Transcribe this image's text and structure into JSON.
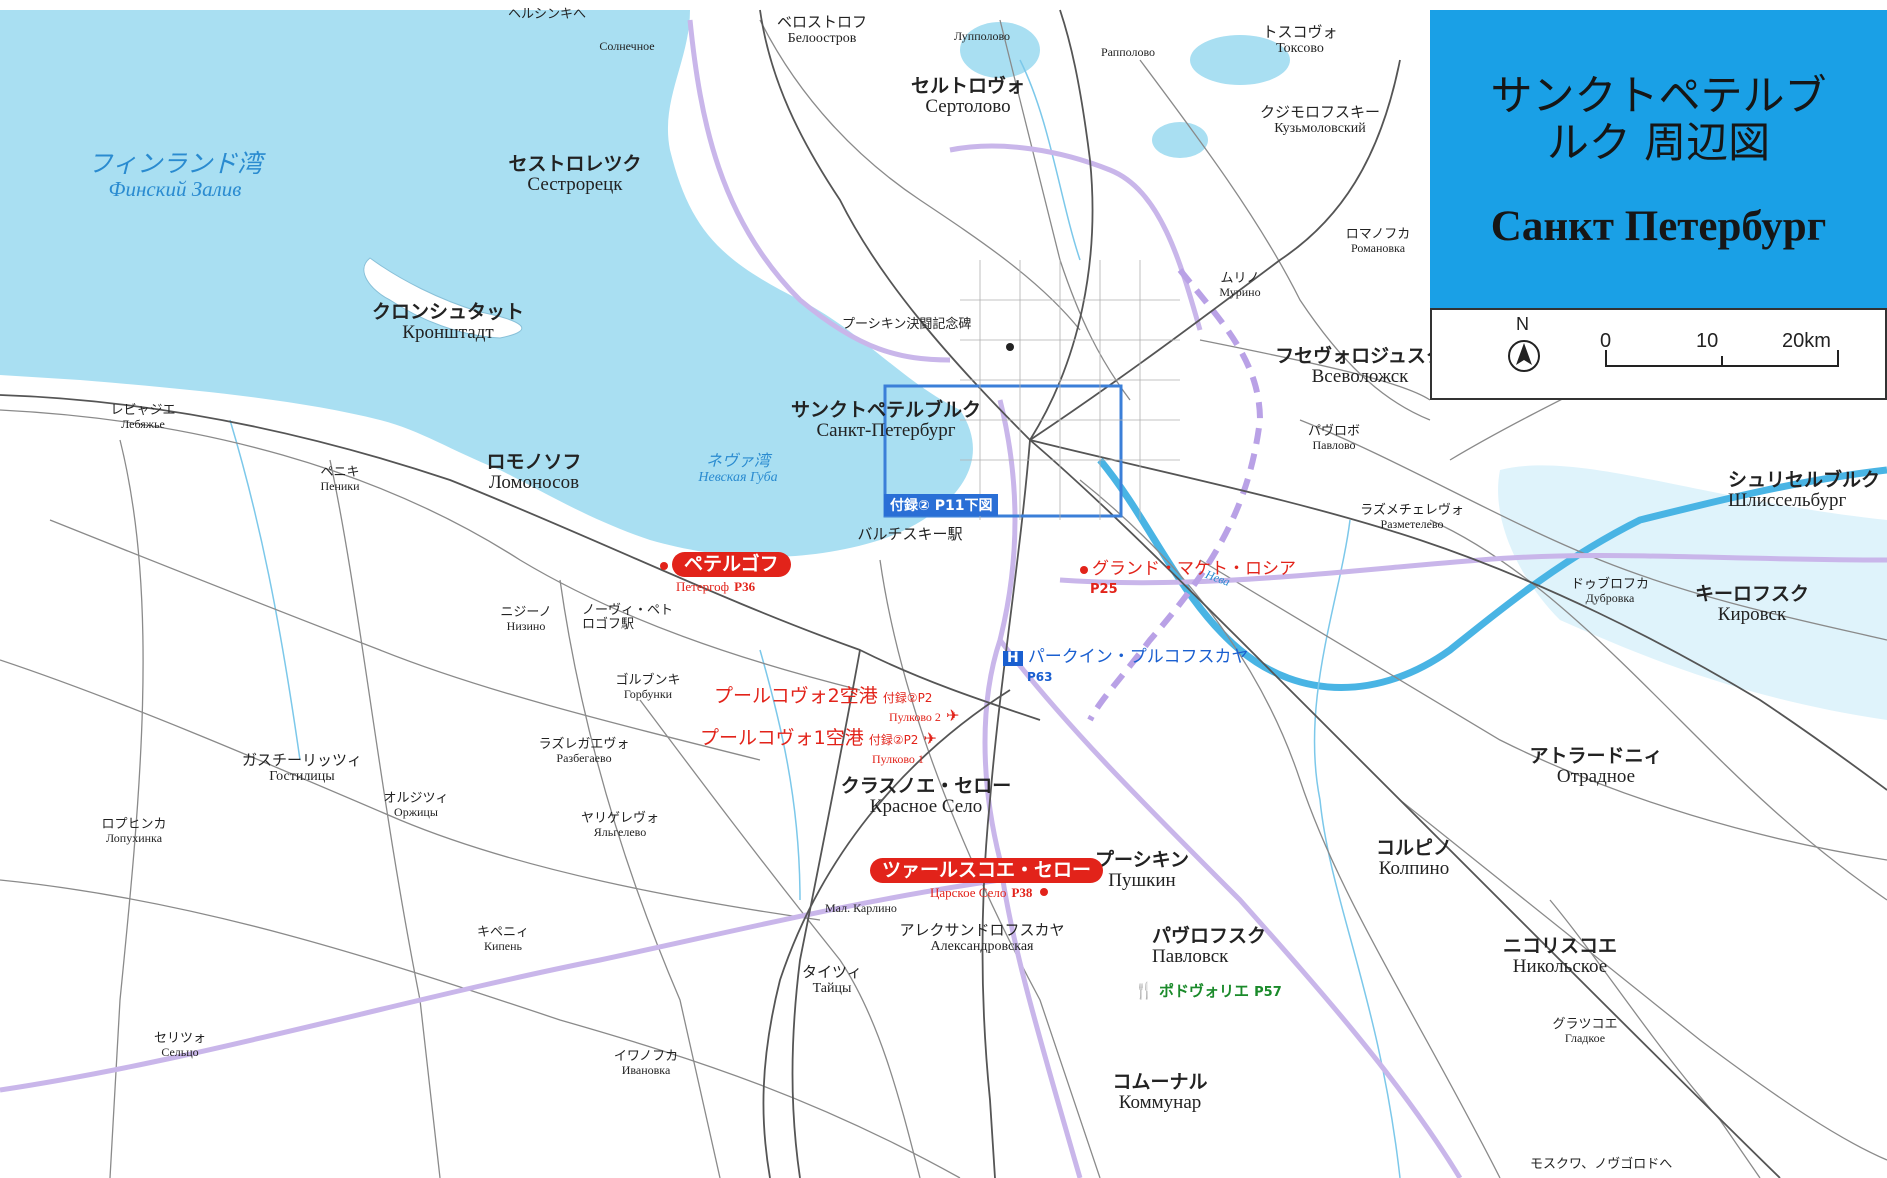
{
  "title": {
    "jp": "サンクトペテルブルク 周辺図",
    "ru": "Санкт Петербург"
  },
  "scale": {
    "north": "N",
    "ticks": [
      "0",
      "10",
      "20km"
    ]
  },
  "water": {
    "gulf_jp": "フィンランド湾",
    "gulf_ru": "Финский Залив",
    "neva_bay_jp": "ネヴァ湾",
    "neva_bay_ru": "Невская Губа",
    "river_ru": "Нева"
  },
  "places": [
    {
      "jp": "ヘルシンキへ",
      "ru": ""
    },
    {
      "jp": "",
      "ru": "Солнечное"
    },
    {
      "jp": "ベロストロフ",
      "ru": "Белоостров"
    },
    {
      "jp": "",
      "ru": "Лупполово"
    },
    {
      "jp": "",
      "ru": "Рапполово"
    },
    {
      "jp": "トスコヴォ",
      "ru": "Токсово"
    },
    {
      "jp": "セルトロヴォ",
      "ru": "Сертолово"
    },
    {
      "jp": "クジモロフスキー",
      "ru": "Кузьмоловский"
    },
    {
      "jp": "セストロレツク",
      "ru": "Сестрорецк"
    },
    {
      "jp": "ロマノフカ",
      "ru": "Романовка"
    },
    {
      "jp": "ムリノ",
      "ru": "Мурино"
    },
    {
      "jp": "クロンシュタット",
      "ru": "Кронштадт"
    },
    {
      "jp": "プーシキン決闘記念碑",
      "ru": ""
    },
    {
      "jp": "フセヴォロジュスク",
      "ru": "Всеволожск"
    },
    {
      "jp": "レビャジエ",
      "ru": "Лебяжье"
    },
    {
      "jp": "サンクトペテルブルク",
      "ru": "Санкт-Петербург"
    },
    {
      "jp": "パヴロボ",
      "ru": "Павлово"
    },
    {
      "jp": "ペニキ",
      "ru": "Пеники"
    },
    {
      "jp": "ロモノソフ",
      "ru": "Ломоносов"
    },
    {
      "jp": "シュリセルブルク",
      "ru": "Шлиссельбург"
    },
    {
      "jp": "ラズメチェレヴォ",
      "ru": "Разметелево"
    },
    {
      "jp": "バルチスキー駅",
      "ru": ""
    },
    {
      "jp": "ニジーノ",
      "ru": "Низино"
    },
    {
      "jp": "ノーヴィ・ペトロゴフ駅",
      "ru": ""
    },
    {
      "jp": "ドゥブロフカ",
      "ru": "Дубровка"
    },
    {
      "jp": "キーロフスク",
      "ru": "Кировск"
    },
    {
      "jp": "ゴルブンキ",
      "ru": "Горбунки"
    },
    {
      "jp": "ラズレガエヴォ",
      "ru": "Разбегаево"
    },
    {
      "jp": "ガスチーリッツィ",
      "ru": "Гостилицы"
    },
    {
      "jp": "アトラードニィ",
      "ru": "Отрадное"
    },
    {
      "jp": "クラスノエ・セロー",
      "ru": "Красное Село"
    },
    {
      "jp": "オルジツィ",
      "ru": "Оржицы"
    },
    {
      "jp": "ロプヒンカ",
      "ru": "Лопухинка"
    },
    {
      "jp": "ヤリゲレヴォ",
      "ru": "Яльгелево"
    },
    {
      "jp": "プーシキン",
      "ru": "Пушкин"
    },
    {
      "jp": "コルピノ",
      "ru": "Колпино"
    },
    {
      "jp": "",
      "ru": "Мал. Карлино"
    },
    {
      "jp": "アレクサンドロフスカヤ",
      "ru": "Александровская"
    },
    {
      "jp": "キペニィ",
      "ru": "Кипень"
    },
    {
      "jp": "パヴロフスク",
      "ru": "Павловск"
    },
    {
      "jp": "ニコリスコエ",
      "ru": "Никольское"
    },
    {
      "jp": "タイツィ",
      "ru": "Тайцы"
    },
    {
      "jp": "セリツォ",
      "ru": "Сельцо"
    },
    {
      "jp": "グラツコエ",
      "ru": "Гладкое"
    },
    {
      "jp": "イワノフカ",
      "ru": "Ивановка"
    },
    {
      "jp": "コムーナル",
      "ru": "Коммунар"
    },
    {
      "jp": "モスクワ、ノヴゴロドへ",
      "ru": ""
    }
  ],
  "sights": {
    "petergof_jp": "ペテルゴフ",
    "petergof_ru": "Петергоф",
    "petergof_page": "P36",
    "tsarskoe_jp": "ツァールスコエ・セロー",
    "tsarskoe_ru": "Царское Село",
    "tsarskoe_page": "P38",
    "grand_maket_jp": "グランド・マケト・ロシア",
    "grand_maket_page": "P25",
    "pulkovo2_jp": "プールコヴォ2空港",
    "pulkovo2_ref": "付録②P2",
    "pulkovo2_ru": "Пулково 2",
    "pulkovo1_jp": "プールコヴォ1空港",
    "pulkovo1_ref": "付録②P2",
    "pulkovo1_ru": "Пулково 1",
    "hotel_jp": "パークイン・プルコフスカヤ",
    "hotel_page": "P63",
    "hotel_icon_label": "H",
    "restaurant_jp": "ポドヴォリエ",
    "restaurant_page": "P57",
    "inset_ref": "付録② P11下図"
  },
  "colors": {
    "sea": "#a9dff2",
    "land": "#ffffff",
    "highway": "#c9b6ea",
    "road": "#8a8a8a",
    "rail": "#d8b24a",
    "accent_red": "#e2231a",
    "title_bg": "#1aa0e6",
    "river": "#49b4e4"
  }
}
